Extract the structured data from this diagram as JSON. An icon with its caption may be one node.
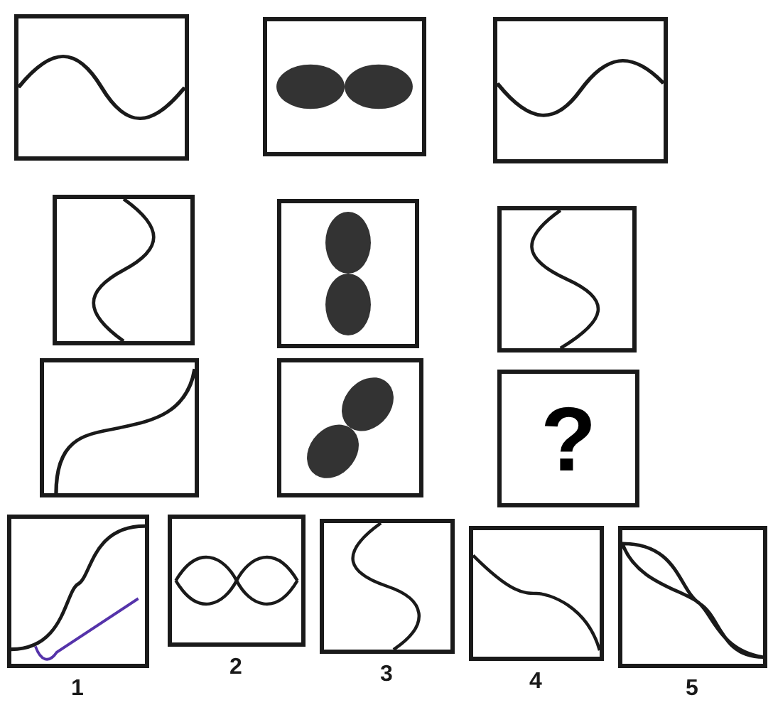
{
  "diagram": {
    "nodes": [
      {
        "text": [],
        "shape": "box"
      },
      {
        "text": [],
        "shape": "box"
      },
      {
        "text": [],
        "shape": "box"
      },
      {
        "text": [],
        "shape": "box"
      },
      {
        "text": [],
        "shape": "box"
      },
      {
        "text": [],
        "shape": "box"
      },
      {
        "text": [],
        "shape": "box"
      },
      {
        "text": [],
        "shape": "box"
      },
      {
        "text": [
          "?"
        ]
      },
      {
        "text": [],
        "shape": "box",
        "beside": [
          "1"
        ]
      },
      {
        "text": [],
        "shape": "box",
        "beside": [
          "2"
        ]
      },
      {
        "text": [],
        "shape": "box",
        "beside": [
          "3"
        ]
      },
      {
        "text": [],
        "shape": "box",
        "beside": [
          "4"
        ]
      },
      {
        "text": [],
        "shape": "box",
        "beside": [
          "5"
        ]
      }
    ]
  }
}
